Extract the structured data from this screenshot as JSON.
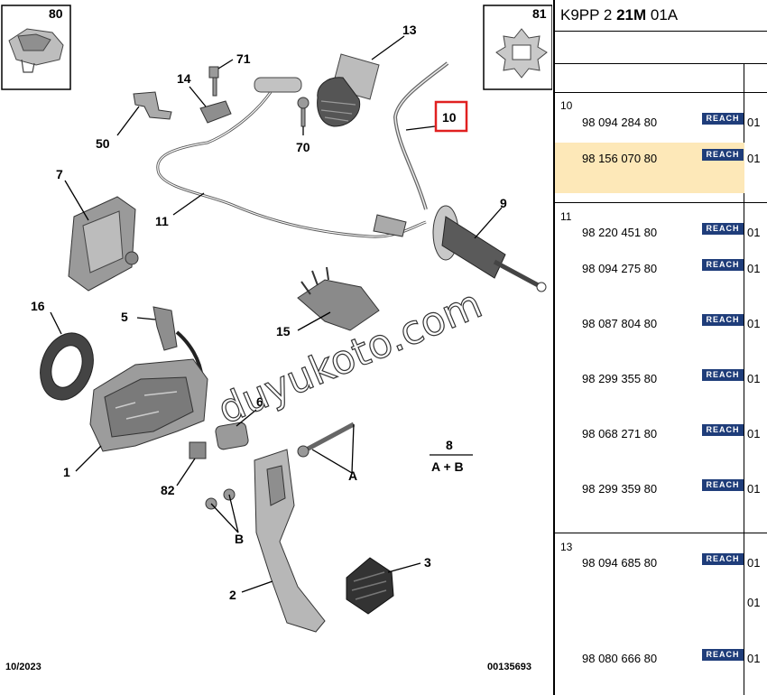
{
  "header": {
    "code_part1": "K9PP 2 ",
    "code_bold": "21M",
    "code_part2": " 01A"
  },
  "diagram": {
    "callouts": [
      "80",
      "81",
      "13",
      "71",
      "14",
      "50",
      "70",
      "10",
      "7",
      "11",
      "9",
      "16",
      "5",
      "15",
      "6",
      "1",
      "8",
      "A + B",
      "A",
      "82",
      "B",
      "3",
      "2"
    ],
    "watermark": "duyukoto.com",
    "date": "10/2023",
    "ref": "00135693"
  },
  "table": {
    "reach_label": "REACH",
    "groups": [
      {
        "number": "10",
        "rows": [
          {
            "ref": "98 094 284 80",
            "reach": true,
            "qty": "01"
          },
          {
            "ref": "98 156 070 80",
            "reach": true,
            "qty": "01",
            "highlight": true
          }
        ]
      },
      {
        "number": "11",
        "rows": [
          {
            "ref": "98 220 451 80",
            "reach": true,
            "qty": "01"
          },
          {
            "ref": "98 094 275 80",
            "reach": true,
            "qty": "01"
          },
          {
            "ref": "98 087 804 80",
            "reach": true,
            "qty": "01"
          },
          {
            "ref": "98 299 355 80",
            "reach": true,
            "qty": "01"
          },
          {
            "ref": "98 068 271 80",
            "reach": true,
            "qty": "01"
          },
          {
            "ref": "98 299 359 80",
            "reach": true,
            "qty": "01"
          }
        ]
      },
      {
        "number": "13",
        "rows": [
          {
            "ref": "98 094 685 80",
            "reach": true,
            "qty": "01"
          },
          {
            "ref": "",
            "reach": false,
            "qty": "01"
          },
          {
            "ref": "98 080 666 80",
            "reach": true,
            "qty": "01"
          }
        ]
      }
    ]
  }
}
